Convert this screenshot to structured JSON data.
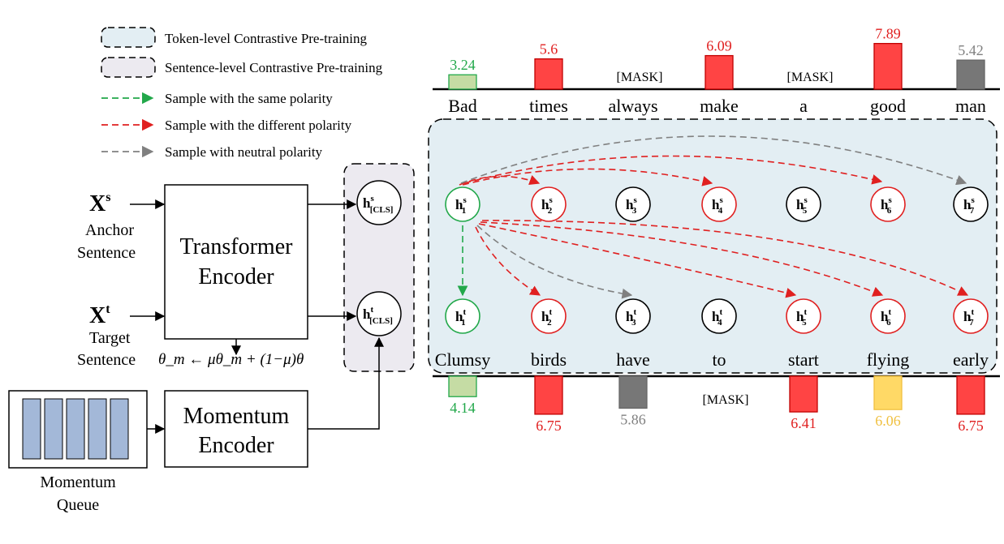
{
  "colors": {
    "positive": "#22a84a",
    "negative": "#e02020",
    "neutral": "#808080",
    "bar_green": "#c5dca4",
    "bar_red": "#ff4444",
    "bar_gray": "#777777",
    "bar_yellow": "#ffd966",
    "token_bg": "#e3eef3",
    "sentence_bg": "#eceaf0"
  },
  "legend": {
    "token_level": "Token-level Contrastive Pre-training",
    "sentence_level": "Sentence-level Contrastive Pre-training",
    "same_polarity": "Sample with the same polarity",
    "different_polarity": "Sample with the different polarity",
    "neutral_polarity": "Sample with neutral polarity"
  },
  "inputs": {
    "anchor_symbol": "X",
    "anchor_sup": "s",
    "anchor_line1": "Anchor",
    "anchor_line2": "Sentence",
    "target_symbol": "X",
    "target_sup": "t",
    "target_line1": "Target",
    "target_line2": "Sentence"
  },
  "encoders": {
    "transformer_line1": "Transformer",
    "transformer_line2": "Encoder",
    "momentum_line1": "Momentum",
    "momentum_line2": "Encoder",
    "queue_line1": "Momentum",
    "queue_line2": "Queue",
    "update_rule": "θ_m ← μθ_m + (1−μ)θ"
  },
  "cls_nodes": {
    "symbol": "h",
    "anchor_sup": "s",
    "target_sup": "t",
    "sub": "[CLS]"
  },
  "anchor_sentence": {
    "words": [
      "Bad",
      "times",
      "always",
      "make",
      "a",
      "good",
      "man"
    ],
    "scores": [
      "3.24",
      "5.6",
      "[MASK]",
      "6.09",
      "[MASK]",
      "7.89",
      "5.42"
    ],
    "polarity": [
      "positive",
      "negative",
      "mask",
      "negative",
      "mask",
      "negative",
      "neutral"
    ],
    "node_sup": "s",
    "node_subs": [
      "1",
      "2",
      "3",
      "4",
      "5",
      "6",
      "7"
    ],
    "node_polarity": [
      "positive",
      "negative",
      "none",
      "negative",
      "none",
      "negative",
      "none"
    ]
  },
  "target_sentence": {
    "words": [
      "Clumsy",
      "birds",
      "have",
      "to",
      "start",
      "flying",
      "early"
    ],
    "scores": [
      "4.14",
      "6.75",
      "5.86",
      "[MASK]",
      "6.41",
      "6.06",
      "6.75"
    ],
    "polarity": [
      "positive",
      "negative",
      "neutral",
      "mask",
      "negative",
      "yellow",
      "negative"
    ],
    "node_sup": "t",
    "node_subs": [
      "1",
      "2",
      "3",
      "4",
      "5",
      "6",
      "7"
    ],
    "node_polarity": [
      "positive",
      "negative",
      "none",
      "none",
      "negative",
      "negative",
      "negative"
    ]
  }
}
